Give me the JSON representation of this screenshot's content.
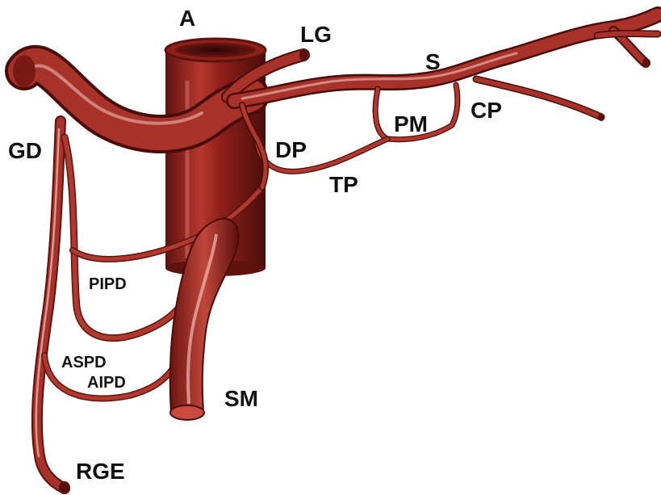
{
  "colors": {
    "vessel": "#9e2a22",
    "vessel_dark": "#5e120e",
    "vessel_light": "#d9756a",
    "highlight": "#f4c4bc",
    "lumen": "#3a0806",
    "label": "#111111",
    "background": "#ffffff"
  },
  "labels": {
    "A": "A",
    "LG": "LG",
    "S": "S",
    "CP": "CP",
    "PM": "PM",
    "DP": "DP",
    "TP": "TP",
    "GD": "GD",
    "PIPD": "PIPD",
    "ASPD": "ASPD",
    "AIPD": "AIPD",
    "SM": "SM",
    "RGE": "RGE"
  }
}
